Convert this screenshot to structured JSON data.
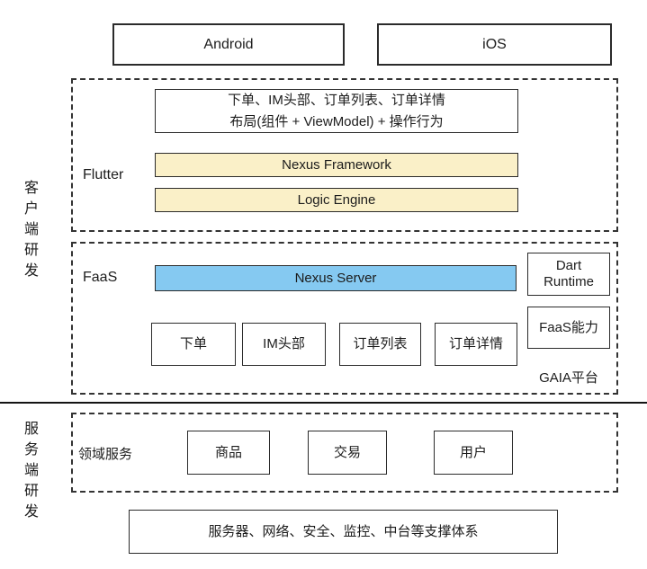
{
  "top": {
    "android": "Android",
    "ios": "iOS"
  },
  "client_side": {
    "side_label": "客户端研发",
    "flutter": {
      "label": "Flutter",
      "content_line1": "下单、IM头部、订单列表、订单详情",
      "content_line2": "布局(组件 + ViewModel) + 操作行为",
      "nexus_framework": "Nexus Framework",
      "logic_engine": "Logic Engine"
    },
    "faas": {
      "label": "FaaS",
      "nexus_server": "Nexus Server",
      "modules": [
        "下单",
        "IM头部",
        "订单列表",
        "订单详情"
      ],
      "dart_runtime": {
        "line1": "Dart",
        "line2": "Runtime"
      },
      "faas_capability": "FaaS能力",
      "gaia_platform": "GAIA平台"
    }
  },
  "server_side": {
    "side_label": "服务端研发",
    "domain": {
      "label": "领域服务",
      "services": [
        "商品",
        "交易",
        "用户"
      ]
    },
    "infrastructure": "服务器、网络、安全、监控、中台等支撑体系"
  },
  "colors": {
    "yellow_fill": "#FAF0C8",
    "blue_fill": "#85C9F1",
    "border": "#2b2b2b"
  }
}
